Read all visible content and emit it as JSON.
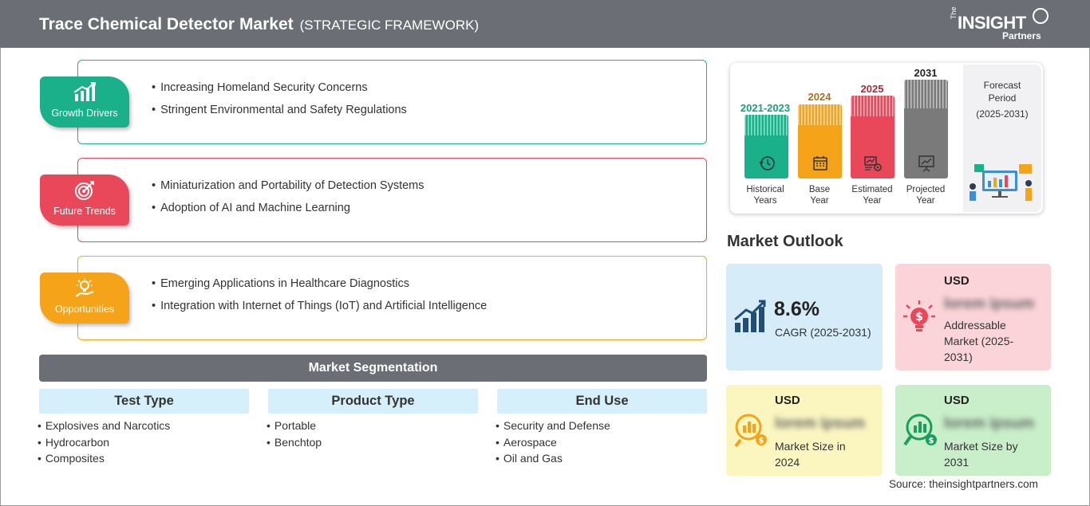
{
  "header": {
    "title": "Trace Chemical Detector Market",
    "subtitle": "(STRATEGIC FRAMEWORK)",
    "logo_main": "INSIGHT",
    "logo_the": "The",
    "logo_partners": "Partners"
  },
  "framework": [
    {
      "label": "Growth Drivers",
      "icon": "bar-growth-icon",
      "color": "#1ab08a",
      "items": [
        "Increasing Homeland Security Concerns",
        "Stringent Environmental and Safety Regulations"
      ]
    },
    {
      "label": "Future Trends",
      "icon": "target-icon",
      "color": "#e8485a",
      "items": [
        "Miniaturization and Portability of Detection Systems",
        "Adoption of AI and Machine Learning"
      ]
    },
    {
      "label": "Opportunities",
      "icon": "lightbulb-hand-icon",
      "color": "#f5a318",
      "items": [
        "Emerging Applications in Healthcare Diagnostics",
        "Integration with Internet of Things (IoT) and Artificial Intelligence"
      ]
    }
  ],
  "segmentation": {
    "title": "Market Segmentation",
    "columns": [
      {
        "title": "Test Type",
        "items": [
          "Explosives and Narcotics",
          "Hydrocarbon",
          "Composites"
        ]
      },
      {
        "title": "Product Type",
        "items": [
          "Portable",
          "Benchtop"
        ]
      },
      {
        "title": "End Use",
        "items": [
          "Security and Defense",
          "Aerospace",
          "Oil and Gas"
        ]
      }
    ]
  },
  "timeline": {
    "periods": [
      {
        "year": "2021-2023",
        "label_1": "Historical",
        "label_2": "Years",
        "color": "#1ab08a",
        "year_color": "#1a9e7c",
        "icon": "history-clock-icon"
      },
      {
        "year": "2024",
        "label_1": "Base",
        "label_2": "Year",
        "color": "#f5a318",
        "year_color": "#a8701a",
        "icon": "calendar-icon"
      },
      {
        "year": "2025",
        "label_1": "Estimated",
        "label_2": "Year",
        "color": "#e8485a",
        "year_color": "#b2263a",
        "icon": "estimate-gear-icon"
      },
      {
        "year": "2031",
        "label_1": "Projected",
        "label_2": "Year",
        "color": "#7a7a7a",
        "year_color": "#222222",
        "icon": "presentation-chart-icon"
      }
    ],
    "forecast_title_1": "Forecast",
    "forecast_title_2": "Period",
    "forecast_range": "(2025-2031)"
  },
  "outlook": {
    "title": "Market Outlook",
    "cagr": {
      "value": "8.6%",
      "label": "CAGR (2025-2031)",
      "bg": "#d6ecf8"
    },
    "addressable": {
      "currency": "USD",
      "value": "lorem ipsum",
      "label_1": "Addressable",
      "label_2": "Market (2025-",
      "label_3": "2031)",
      "bg": "#fbd4d9"
    },
    "size_2024": {
      "currency": "USD",
      "value": "lorem ipsum",
      "label_1": "Market Size in",
      "label_2": "2024",
      "bg": "#fbf6c0"
    },
    "size_2031": {
      "currency": "USD",
      "value": "lorem ipsum",
      "label_1": "Market Size by",
      "label_2": "2031",
      "bg": "#c8efc9"
    }
  },
  "source": "Source: theinsightpartners.com"
}
